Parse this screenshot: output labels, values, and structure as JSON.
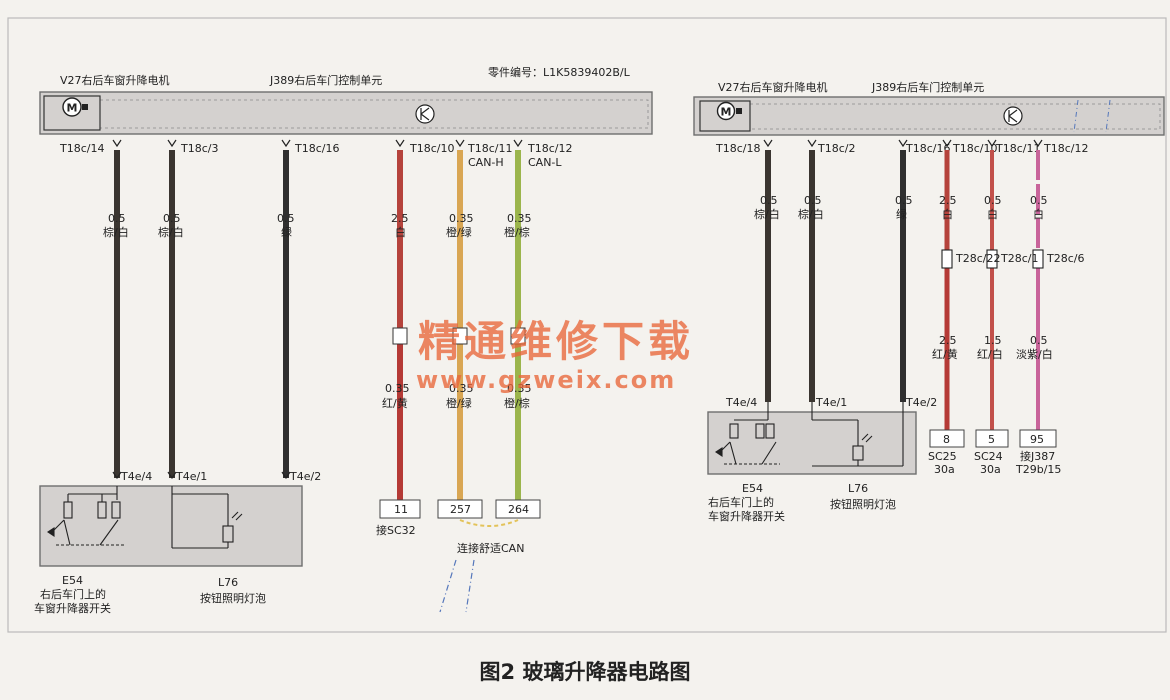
{
  "part_number": "零件编号：L1K5839402B/L",
  "colors": {
    "brown": "#3a3530",
    "green": "#2f2f2f",
    "white_red": "#b5433c",
    "orange_green": "#d9a653",
    "orange_brown": "#9bb54c",
    "red_yellow": "#b53a36",
    "red_white": "#c2504a",
    "lavender_white": "#c8649a",
    "frame": "#6e6e6e",
    "bar": "#d4d1cf",
    "watermark": "#e8663a"
  },
  "left": {
    "motor_label": "V27右后车窗升降电机",
    "unit_label": "J389右后车门控制单元",
    "motor_symbol": "M",
    "pins": [
      {
        "pin": "T18c/14",
        "size": "0.5",
        "color": "棕/白"
      },
      {
        "pin": "T18c/3",
        "size": "0.5",
        "color": "棕/白"
      },
      {
        "pin": "T18c/16",
        "size": "0.5",
        "color": "绿"
      },
      {
        "pin": "T18c/10",
        "size": "2.5",
        "color": "白"
      },
      {
        "pin": "T18c/11",
        "size": "0.35",
        "color": "橙/绿",
        "bus": "CAN-H"
      },
      {
        "pin": "T18c/12",
        "size": "0.35",
        "color": "橙/棕",
        "bus": "CAN-L"
      }
    ],
    "lower_wires": [
      {
        "size": "0.35",
        "color": "红/黄"
      },
      {
        "size": "0.35",
        "color": "橙/绿"
      },
      {
        "size": "0.35",
        "color": "橙/棕"
      }
    ],
    "switch_pins": [
      "T4e/4",
      "T4e/1",
      "T4e/2"
    ],
    "terminals": [
      "11",
      "257",
      "264"
    ],
    "terminal_note_11": "接SC32",
    "can_note": "连接舒适CAN",
    "switch_code": "E54",
    "switch_desc_1": "右后车门上的",
    "switch_desc_2": "车窗升降器开关",
    "lamp_code": "L76",
    "lamp_desc": "按钮照明灯泡"
  },
  "right": {
    "motor_label": "V27右后车窗升降电机",
    "unit_label": "J389右后车门控制单元",
    "motor_symbol": "M",
    "pins": [
      {
        "pin": "T18c/18",
        "size": "0.5",
        "color": "棕/白"
      },
      {
        "pin": "T18c/2",
        "size": "0.5",
        "color": "棕/白"
      },
      {
        "pin": "T18c/16",
        "size": "0.5",
        "color": "绿"
      },
      {
        "pin": "T18c/10",
        "size": "2.5",
        "color": "白"
      },
      {
        "pin": "T18c/11",
        "size": "0.5",
        "color": "白"
      },
      {
        "pin": "T18c/12",
        "size": "0.5",
        "color": "白"
      }
    ],
    "mid_pins": [
      "T28c/22",
      "T28c/1",
      "T28c/6"
    ],
    "lower_wires": [
      {
        "size": "2.5",
        "color": "红/黄"
      },
      {
        "size": "1.5",
        "color": "红/白"
      },
      {
        "size": "0.5",
        "color": "淡紫/白"
      }
    ],
    "switch_pins": [
      "T4e/4",
      "T4e/1",
      "T4e/2"
    ],
    "terminals": [
      {
        "num": "8",
        "line1": "SC25",
        "line2": "30a"
      },
      {
        "num": "5",
        "line1": "SC24",
        "line2": "30a"
      },
      {
        "num": "95",
        "line1": "接J387",
        "line2": "T29b/15"
      }
    ],
    "switch_code": "E54",
    "switch_desc_1": "右后车门上的",
    "switch_desc_2": "车窗升降器开关",
    "lamp_code": "L76",
    "lamp_desc": "按钮照明灯泡"
  },
  "watermark": {
    "text": "精通维修下载",
    "url": "www.gzweix.com"
  },
  "caption": "图2  玻璃升降器电路图"
}
